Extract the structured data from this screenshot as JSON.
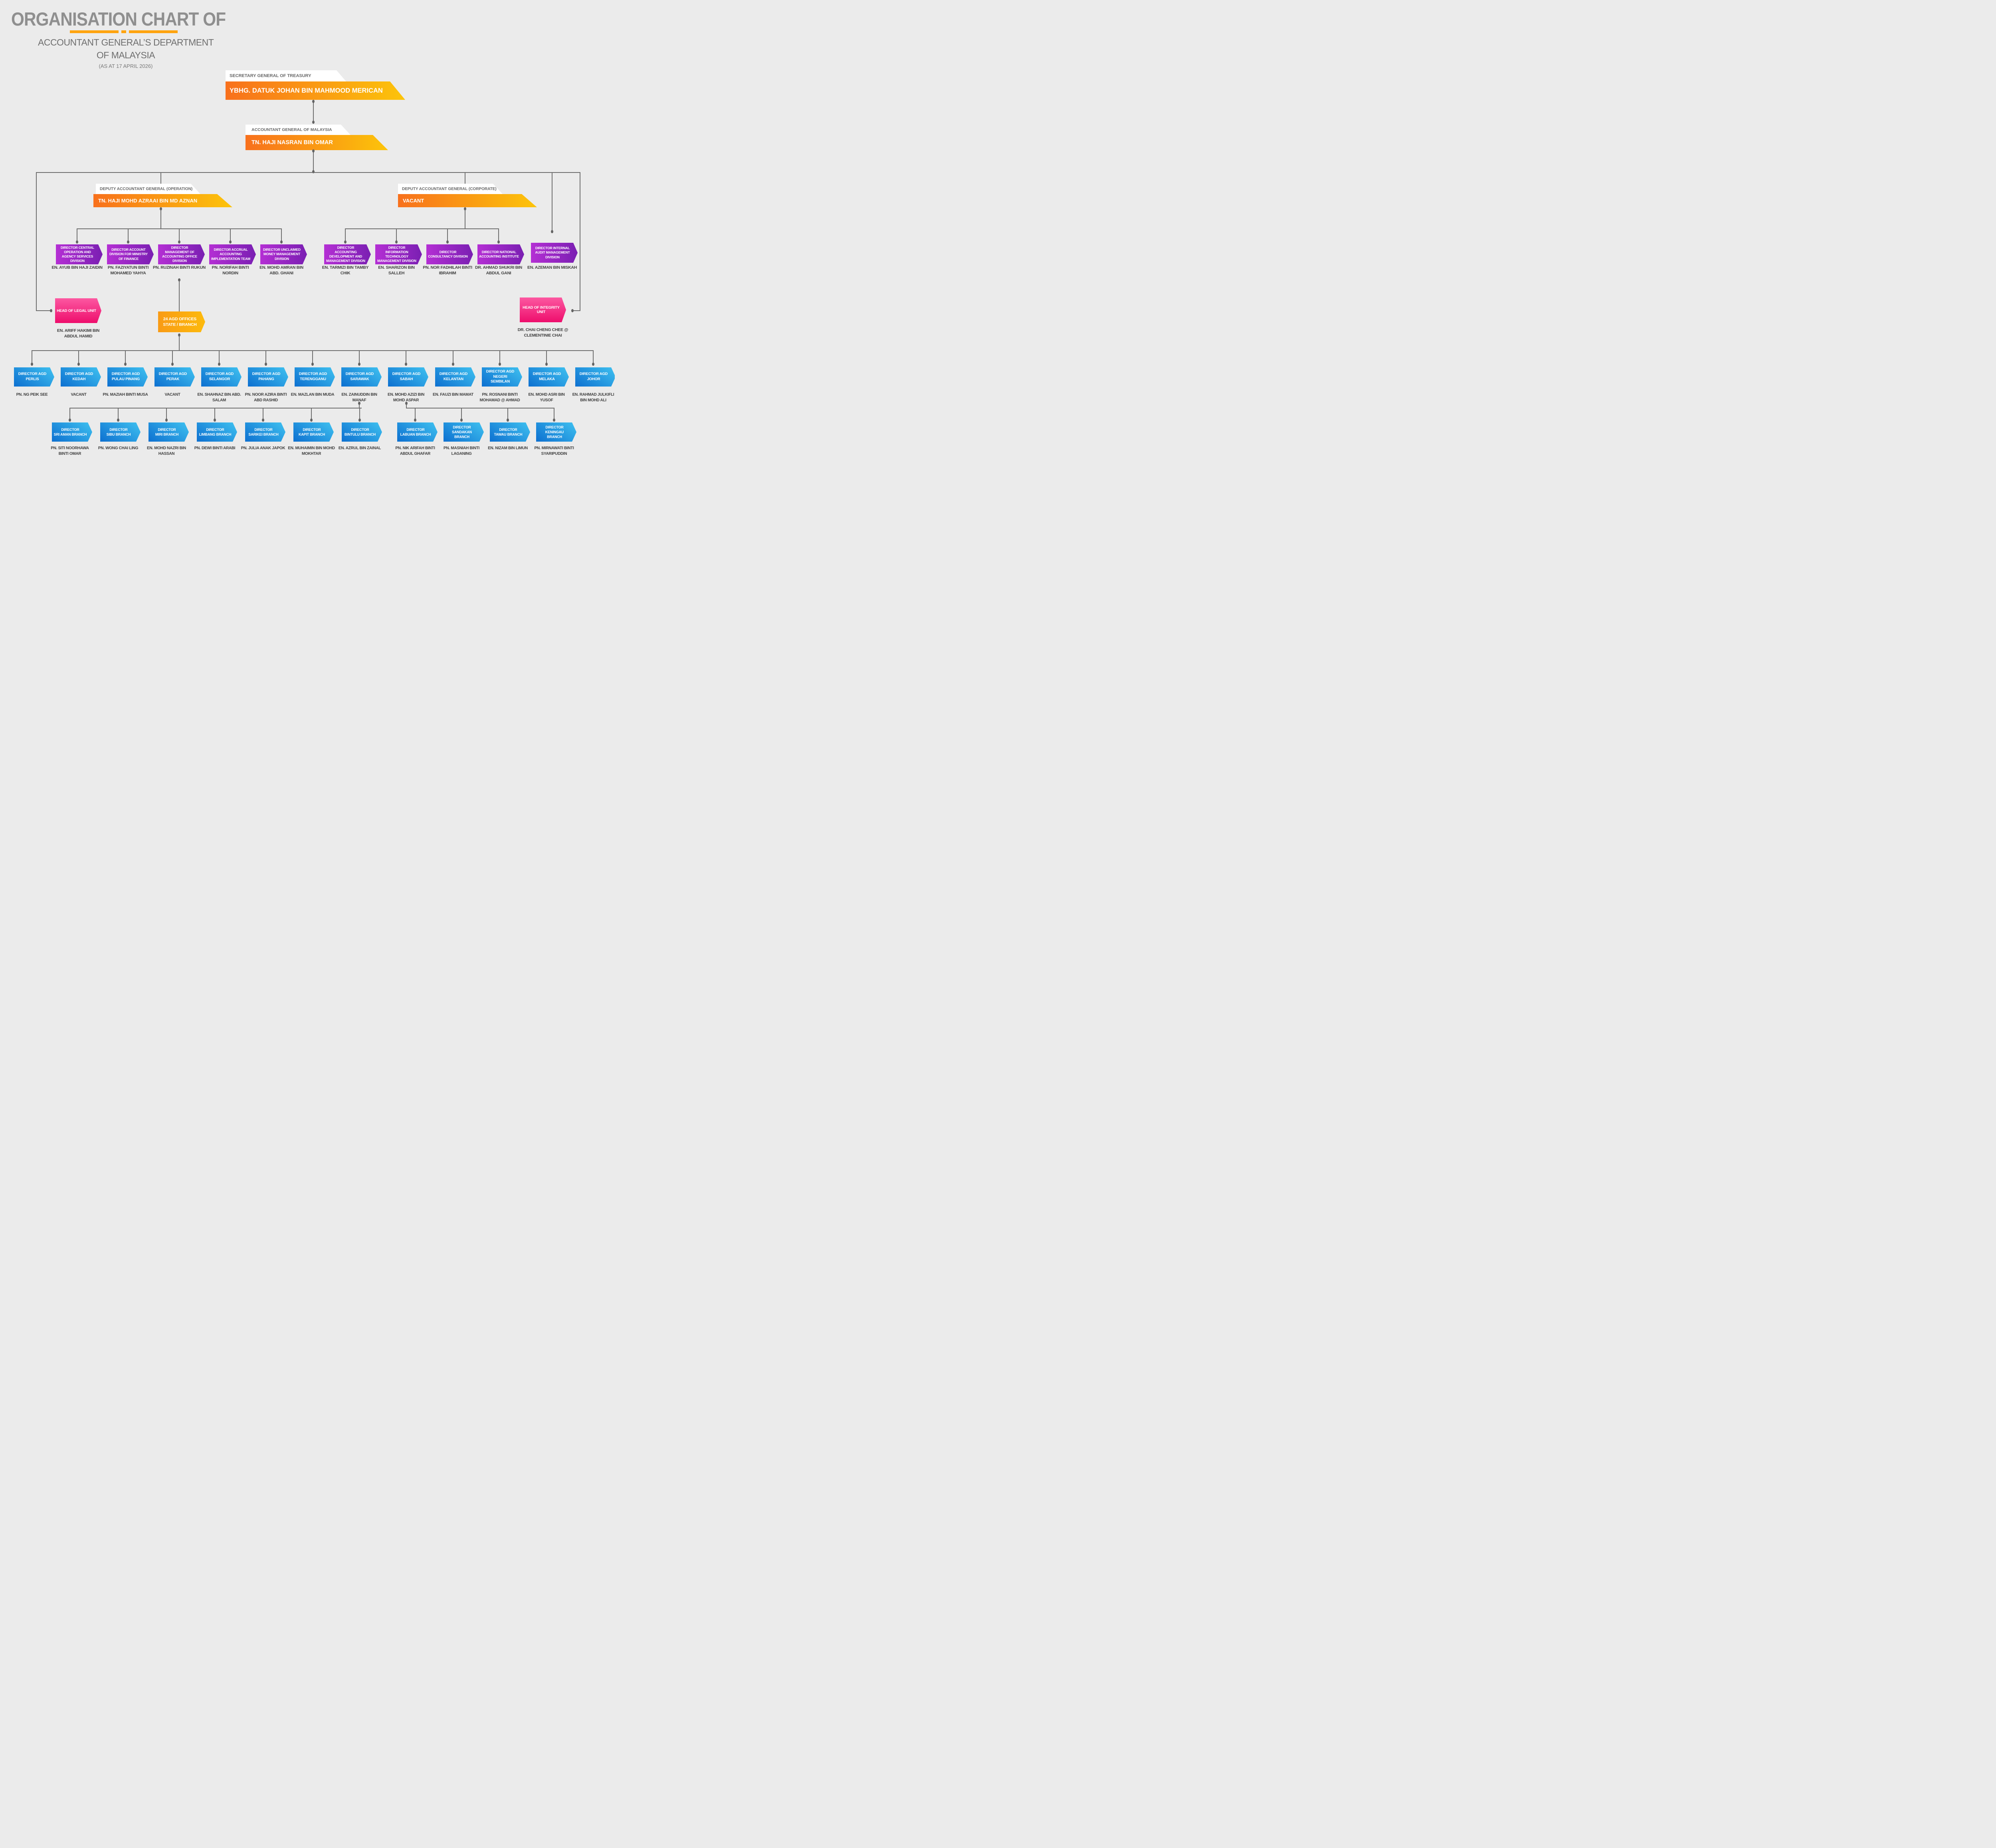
{
  "title": {
    "main": "ORGANISATION CHART OF",
    "sub1": "ACCOUNTANT GENERAL’S DEPARTMENT",
    "sub2": "OF MALAYSIA",
    "date": "(AS AT 17 APRIL 2026)"
  },
  "top": {
    "secretary": {
      "label": "SECRETARY GENERAL OF TREASURY",
      "name": "YBHG. DATUK JOHAN BIN MAHMOOD MERICAN"
    },
    "accountant_general": {
      "label": "ACCOUNTANT GENERAL OF MALAYSIA",
      "name": "TN. HAJI NASRAN BIN OMAR"
    }
  },
  "deputies": {
    "operation": {
      "label": "DEPUTY ACCOUNTANT GENERAL (OPERATION)",
      "name": "TN. HAJI MOHD AZRAAI BIN MD AZNAN"
    },
    "corporate": {
      "label": "DEPUTY ACCOUNTANT GENERAL (CORPORATE)",
      "name": "VACANT"
    }
  },
  "operation_divisions": [
    {
      "title": "DIRECTOR CENTRAL OPERATION AND AGENCY SERVICES DIVISION",
      "name": "EN. AYUB BIN HAJI ZAIDIN"
    },
    {
      "title": "DIRECTOR ACCOUNT DIVISION FOR MINISTRY OF FINANCE",
      "name": "PN. FAZIYATUN BINTI MOHAMED YAHYA"
    },
    {
      "title": "DIRECTOR MANAGEMENT OF ACCOUNTING OFFICE DIVISION",
      "name": "PN. RUZINAH BINTI RUKUN"
    },
    {
      "title": "DIRECTOR ACCRUAL ACCOUNTING IMPLEMENTATION TEAM",
      "name": "PN. NORIFAH BINTI NORDIN"
    },
    {
      "title": "DIRECTOR UNCLAIMED MONEY MANAGEMENT DIVISION",
      "name": "EN. MOHD AMRAN BIN ABD. GHANI"
    }
  ],
  "corporate_divisions": [
    {
      "title": "DIRECTOR ACCOUNTING DEVELOPMENT AND MANAGEMENT DIVISION",
      "name": "EN. TARMIZI BIN TAMBY CHIK"
    },
    {
      "title": "DIRECTOR INFORMATION TECHNOLOGY MANAGEMENT DIVISION",
      "name": "EN. SHARIZON BIN SALLEH"
    },
    {
      "title": "DIRECTOR CONSULTANCY DIVISION",
      "name": "PN. NOR FADHILAH BINTI IBRAHIM"
    },
    {
      "title": "DIRECTOR NATIONAL ACCOUNTING INSTITUTE",
      "name": "DR. AHMAD SHUKRI BIN ABDUL GANI"
    }
  ],
  "internal_audit": {
    "title": "DIRECTOR INTERNAL AUDIT MANAGEMENT DIVISION",
    "name": "EN. AZEMAN BIN MISKAH"
  },
  "legal_unit": {
    "title": "HEAD OF LEGAL UNIT",
    "name": "EN. ARIFF HAKIMI BIN ABDUL HAMID"
  },
  "integrity_unit": {
    "title": "HEAD OF INTEGRITY UNIT",
    "name": "DR. CHAI CHENG CHEE @ CLEMENTINIE CHAI"
  },
  "agd_offices": {
    "title": "24 AGD OFFICES\nSTATE / BRANCH"
  },
  "states": [
    {
      "title": "DIRECTOR AGD\nPERLIS",
      "name": "PN. NG PEIK SEE"
    },
    {
      "title": "DIRECTOR AGD\nKEDAH",
      "name": "VACANT"
    },
    {
      "title": "DIRECTOR AGD\nPULAU PINANG",
      "name": "PN. MAZIAH BINTI MUSA"
    },
    {
      "title": "DIRECTOR AGD\nPERAK",
      "name": "VACANT"
    },
    {
      "title": "DIRECTOR AGD\nSELANGOR",
      "name": "EN. SHAHNAZ BIN ABD. SALAM"
    },
    {
      "title": "DIRECTOR AGD\nPAHANG",
      "name": "PN. NOOR AZIRA BINTI ABD RASHID"
    },
    {
      "title": "DIRECTOR AGD\nTERENGGANU",
      "name": "EN. MAZLAN BIN MUDA"
    },
    {
      "title": "DIRECTOR AGD\nSARAWAK",
      "name": "EN. ZAINUDDIN BIN MANAF"
    },
    {
      "title": "DIRECTOR AGD\nSABAH",
      "name": "EN. MOHD AZIZI BIN MOHD ASPAR"
    },
    {
      "title": "DIRECTOR AGD\nKELANTAN",
      "name": "EN. FAUZI BIN MAMAT"
    },
    {
      "title": "DIRECTOR AGD\nNEGERI SEMBILAN",
      "name": "PN. ROSNANI BINTI MOHAMAD @ AHMAD"
    },
    {
      "title": "DIRECTOR AGD\nMELAKA",
      "name": "EN. MOHD ASRI BIN YUSOF"
    },
    {
      "title": "DIRECTOR AGD\nJOHOR",
      "name": "EN. RAHMAD JULKIFLI BIN MOHD ALI"
    }
  ],
  "sarawak_branches": [
    {
      "title": "DIRECTOR\nSRI AMAN BRANCH",
      "name": "PN. SITI NOORHAWA BINTI OMAR"
    },
    {
      "title": "DIRECTOR\nSIBU BRANCH",
      "name": "PN. WONG CHAI LING"
    },
    {
      "title": "DIRECTOR\nMIRI BRANCH",
      "name": "EN. MOHD NAZRI BIN HASSAN"
    },
    {
      "title": "DIRECTOR\nLIMBANG BRANCH",
      "name": "PN. DEWI BINTI ARABI"
    },
    {
      "title": "DIRECTOR\nSARIKEI BRANCH",
      "name": "PN. JULIA ANAK JAPOK"
    },
    {
      "title": "DIRECTOR\nKAPIT BRANCH",
      "name": "EN. MUHAIMIN BIN MOHD MOKHTAR"
    },
    {
      "title": "DIRECTOR\nBINTULU BRANCH",
      "name": "EN. AZRUL BIN ZAINAL"
    }
  ],
  "sabah_branches": [
    {
      "title": "DIRECTOR\nLABUAN BRANCH",
      "name": "PN. NIK ARIFAH BINTI ABDUL GHAFAR"
    },
    {
      "title": "DIRECTOR\nSANDAKAN BRANCH",
      "name": "PN. MASNIAH BINTI LAGANING"
    },
    {
      "title": "DIRECTOR\nTAWAU BRANCH",
      "name": "EN. NIZAM BIN LIMUN"
    },
    {
      "title": "DIRECTOR\nKENINGAU BRANCH",
      "name": "PN. MIRNAWATI BINTI SYARIPUDDIN"
    }
  ],
  "colors": {
    "background": "#ebebeb",
    "connector": "#6d6d6d",
    "divider": "#ffa40f",
    "banner_orange_start": "#f8701c",
    "banner_orange_end": "#fcc40a",
    "division_purple_start": "#b42fd4",
    "division_purple_end": "#7a1fb2",
    "state_blue_start": "#3fc1f0",
    "state_blue_end": "#0d70d0",
    "unit_pink_start": "#fc58a1",
    "unit_pink_end": "#ee0e6c",
    "agd_amber_start": "#f99b15",
    "agd_amber_end": "#fdba0c"
  }
}
